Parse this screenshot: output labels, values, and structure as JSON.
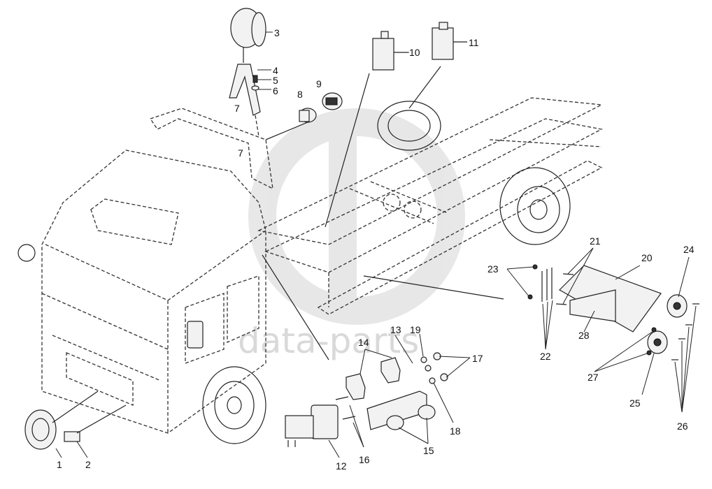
{
  "watermark": "data-parts",
  "callouts": [
    "1",
    "2",
    "3",
    "4",
    "5",
    "6",
    "7",
    "8",
    "9",
    "10",
    "11",
    "12",
    "13",
    "14",
    "15",
    "16",
    "17",
    "18",
    "19",
    "20",
    "21",
    "22",
    "23",
    "24",
    "25",
    "26",
    "27",
    "28"
  ],
  "second_callout_7": "7"
}
